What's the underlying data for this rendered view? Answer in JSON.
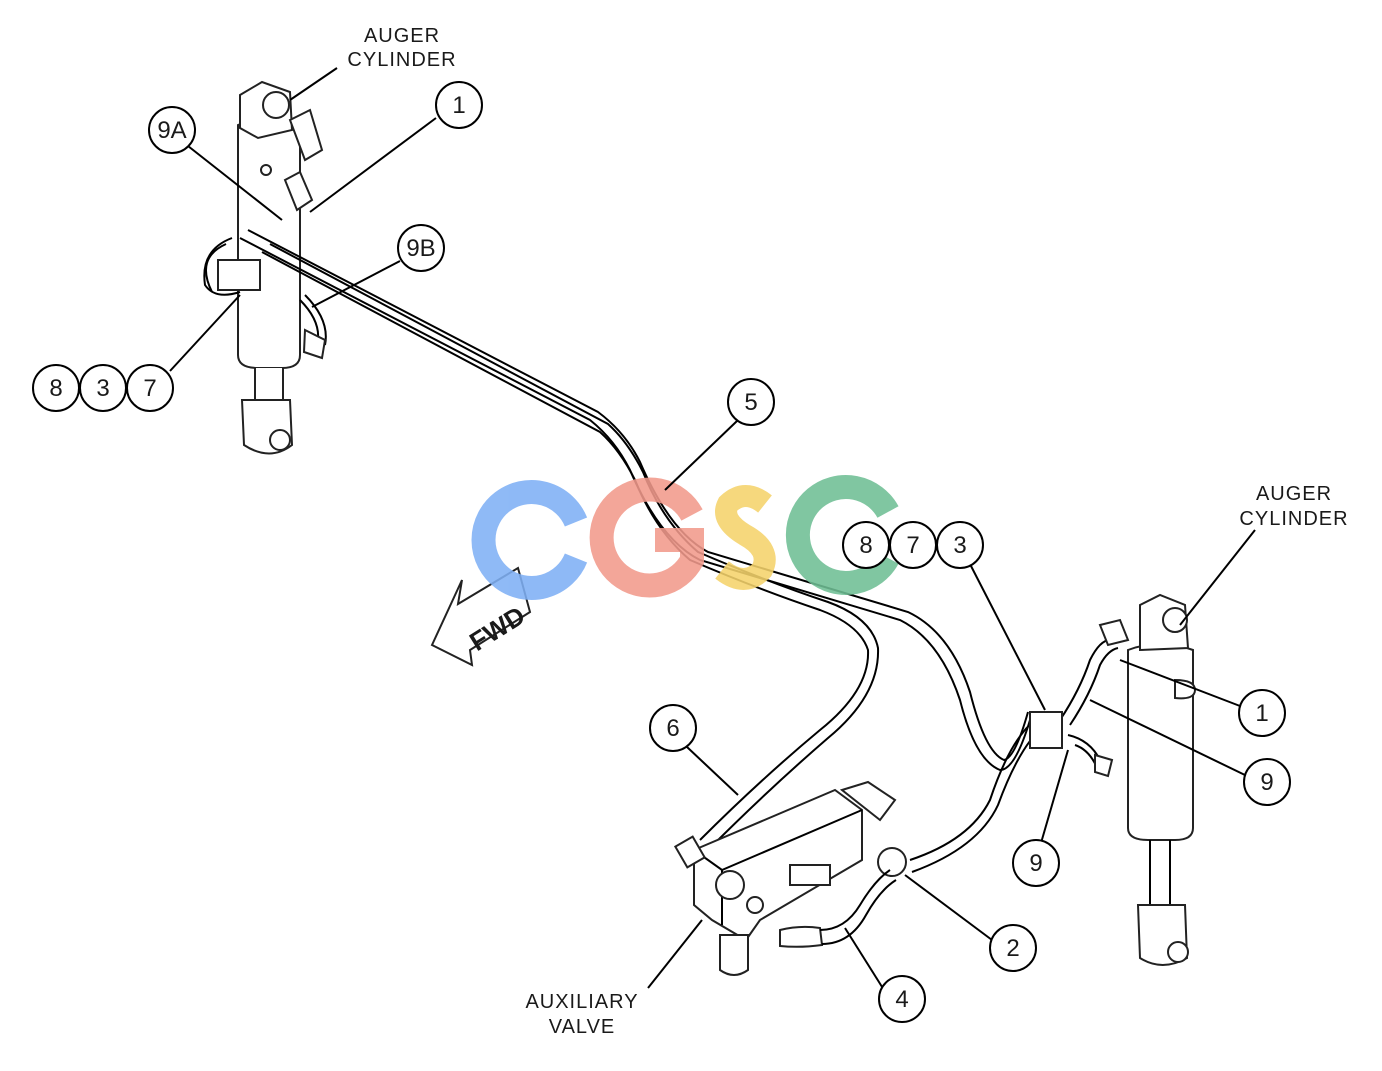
{
  "labels": {
    "auger_left_1": "AUGER",
    "auger_left_2": "CYLINDER",
    "auger_right_1": "AUGER",
    "auger_right_2": "CYLINDER",
    "aux_1": "AUXILIARY",
    "aux_2": "VALVE",
    "fwd": "FWD"
  },
  "watermark": {
    "letters": [
      "C",
      "G",
      "S",
      "C"
    ],
    "colors": [
      "#7fb0f5",
      "#f29a8c",
      "#f5d36c",
      "#6fbf95"
    ]
  },
  "callouts": [
    {
      "text": "1"
    },
    {
      "text": "9A"
    },
    {
      "text": "9B"
    },
    {
      "text": "8"
    },
    {
      "text": "3"
    },
    {
      "text": "7"
    },
    {
      "text": "5"
    },
    {
      "text": "8"
    },
    {
      "text": "7"
    },
    {
      "text": "3"
    },
    {
      "text": "1"
    },
    {
      "text": "9"
    },
    {
      "text": "9"
    },
    {
      "text": "6"
    },
    {
      "text": "2"
    },
    {
      "text": "4"
    }
  ]
}
